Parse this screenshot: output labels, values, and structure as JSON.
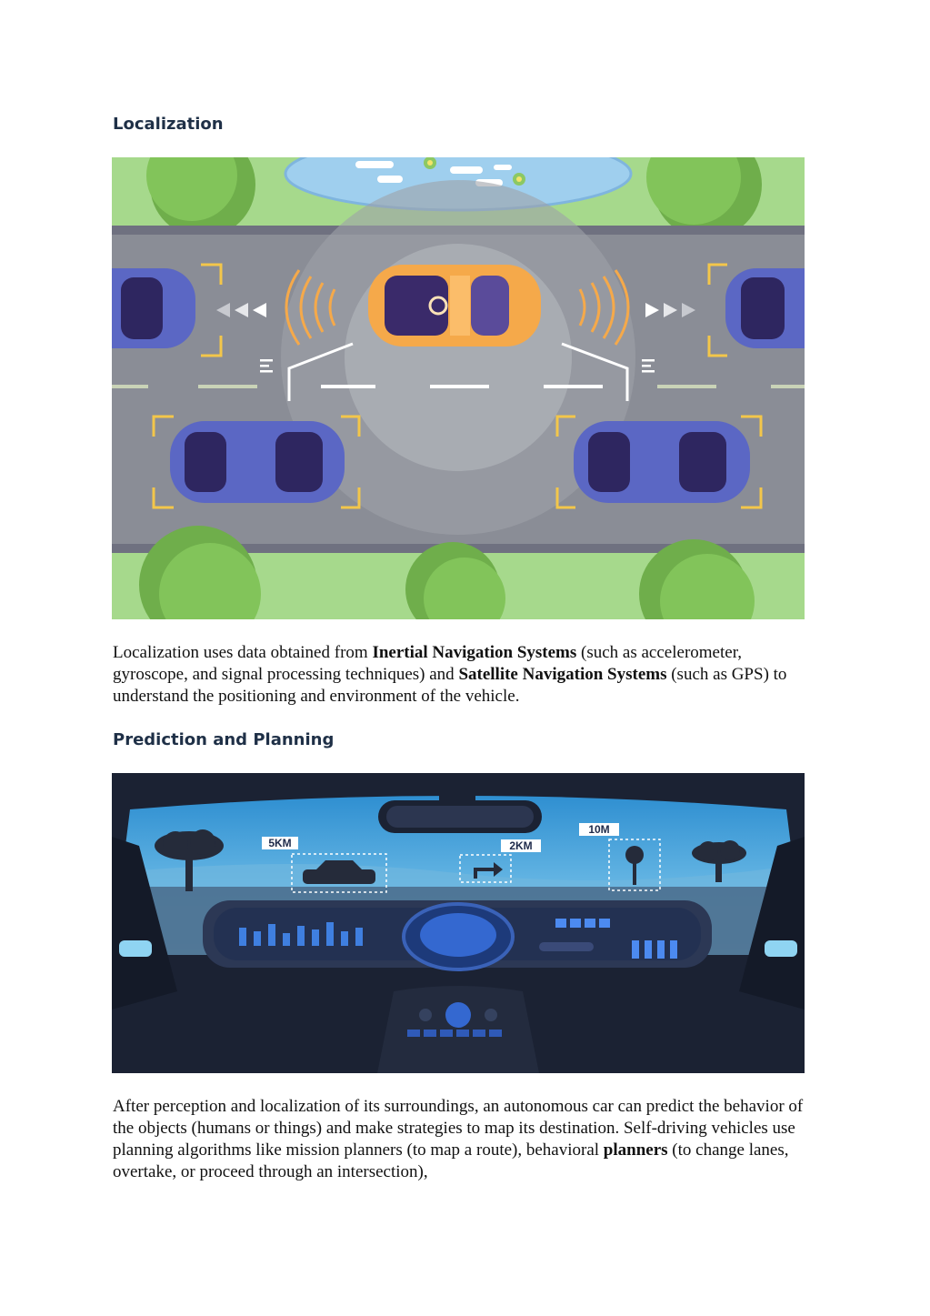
{
  "sections": {
    "localization": {
      "heading": "Localization",
      "p1": "Localization uses data obtained from ",
      "b1": "Inertial Navigation Systems",
      "p2": " (such as accelerometer, gyroscope, and signal processing techniques) and ",
      "b2": "Satellite Navigation Systems",
      "p3": " (such as GPS) to understand the positioning and environment of the vehicle."
    },
    "prediction": {
      "heading": "Prediction and Planning",
      "p1": "After perception and localization of its surroundings, an autonomous car can predict the behavior of the objects (humans or things) and make strategies to map its destination. Self-driving vehicles use planning algorithms like mission planners (to map a route), behavioral ",
      "b1": "planners",
      "p2": " (to change lanes, overtake, or proceed through an intersection),",
      "hud_labels": {
        "far": "5KM",
        "turn": "2KM",
        "near": "10M"
      }
    }
  },
  "colors": {
    "heading": "#1f3047",
    "road": "#8a8d96",
    "grass": "#a6d98c",
    "ego_car": "#f5a94a",
    "other_car": "#5b67c4",
    "frame_marker": "#f3c64a",
    "sky": "#56b8e6",
    "dashboard": "#1b2233"
  },
  "icons": [
    "car-icon",
    "tree-icon",
    "signal-wave-icon",
    "arrow-left-icon",
    "arrow-right-icon",
    "turn-arrow-icon"
  ]
}
